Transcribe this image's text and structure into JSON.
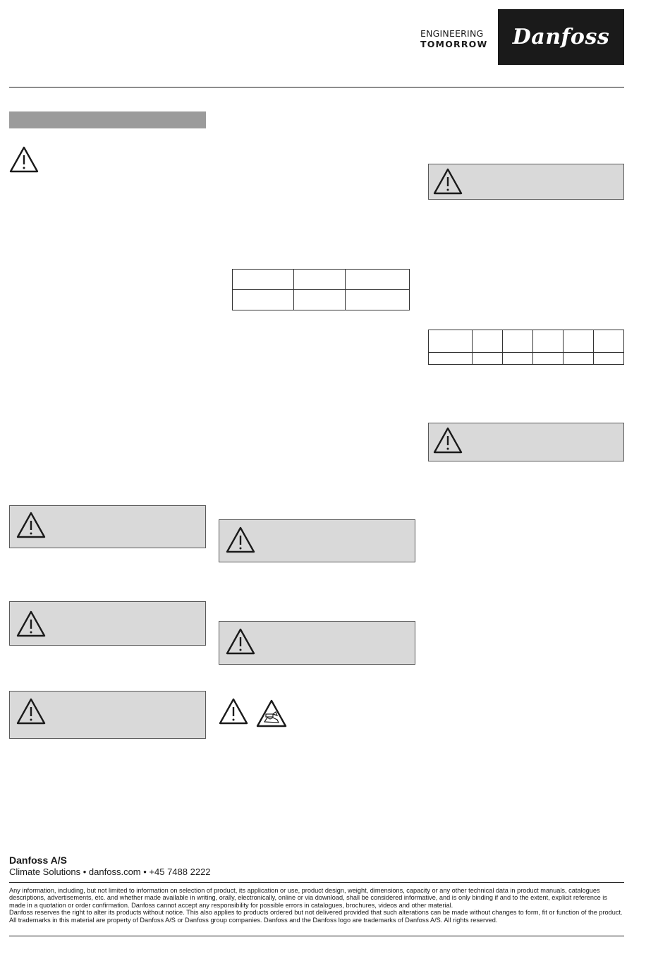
{
  "header": {
    "tagline_line1": "ENGINEERING",
    "tagline_line2": "TOMORROW",
    "logo_text": "Danfoss"
  },
  "footer": {
    "company": "Danfoss A/S",
    "contact": "Climate Solutions • danfoss.com • +45 7488 2222",
    "disclaimer": [
      "Any information, including, but not limited to information on selection of product, its application or use, product design, weight, dimensions, capacity or any other technical data in product manuals, catalogues descriptions, advertisements, etc. and whether made available in writing, orally, electronically, online or via download, shall be considered informative, and is only binding if and to the extent, explicit reference is made in a quotation or order confirmation. Danfoss cannot accept any responsibility for possible errors in catalogues, brochures, videos and other material.",
      "Danfoss reserves the right to alter its products without notice. This also applies to products ordered but not delivered provided that such alterations can be made without changes to form, fit or function of the product.",
      "All trademarks in this material are property of Danfoss A/S or Danfoss group companies. Danfoss and the Danfoss logo are trademarks of Danfoss A/S. All rights reserved."
    ]
  },
  "icons": {
    "warning": "warning-triangle-icon",
    "hazard": "hand-crush-hazard-icon"
  },
  "colors": {
    "logo_background": "#1a1a1a",
    "section_bar": "#9b9b9b",
    "warning_box": "#d9d9d9"
  }
}
